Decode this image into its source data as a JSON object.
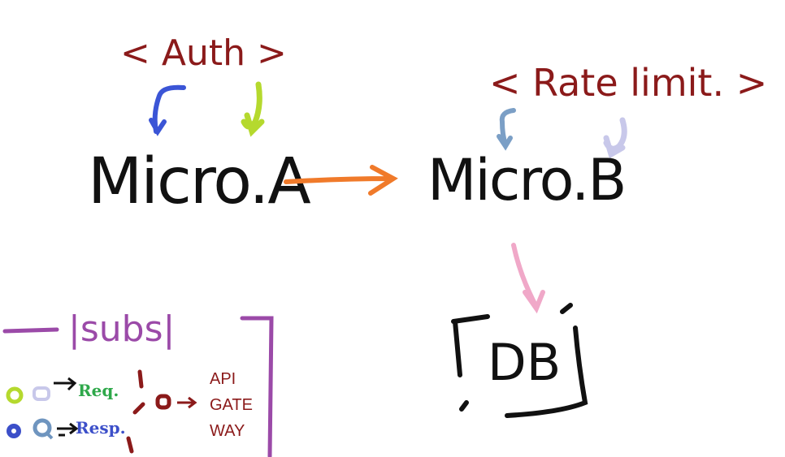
{
  "labels": {
    "auth": "< Auth >",
    "rate_limit": "< Rate limit. >",
    "micro_a": "Micro.A",
    "micro_b": "Micro.B",
    "db": "DB",
    "subs": "|subs|"
  },
  "legend": {
    "request_label": "Req.",
    "response_label": "Resp.",
    "api_gateway_lines": [
      "API",
      "GATE",
      "WAY"
    ]
  },
  "colors": {
    "ink": "#111111",
    "dark_red": "#8b1a1a",
    "request_green": "#2ea84a",
    "response_blue": "#3c4fc9",
    "arrow_orange": "#f07a2a",
    "auth_request": "#3b55d6",
    "auth_response": "#b5d92e",
    "rate_request": "#7b9fc6",
    "rate_response": "#c8c8ea",
    "db_arrow": "#f0a8c8",
    "subs_purple": "#9b4aa8"
  }
}
